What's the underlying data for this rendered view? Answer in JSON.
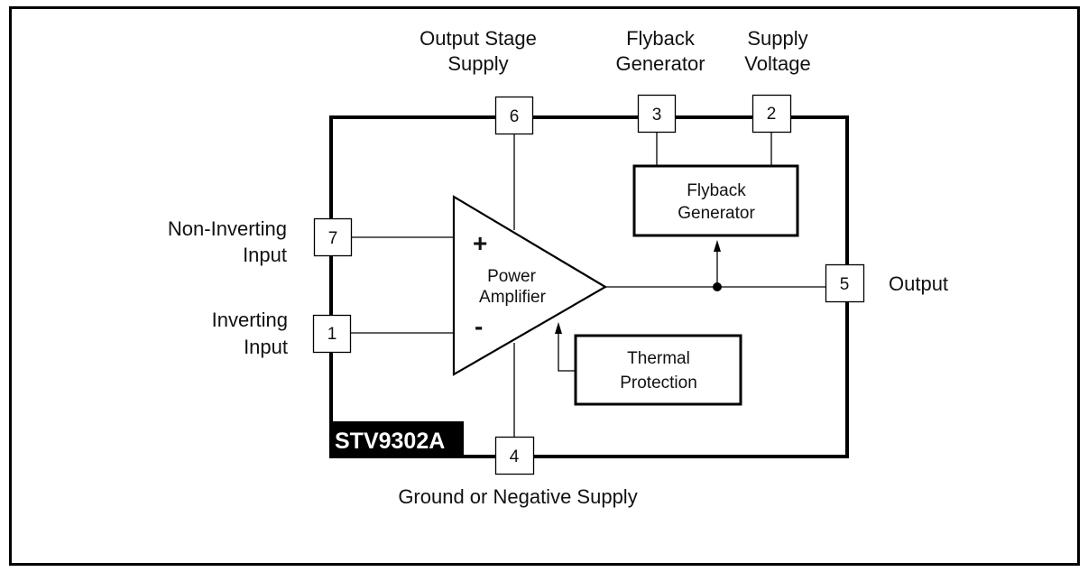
{
  "diagram": {
    "chip_name": "STV9302A",
    "amplifier": {
      "line1": "Power",
      "line2": "Amplifier",
      "plus": "+",
      "minus": "-"
    },
    "blocks": {
      "flyback": {
        "line1": "Flyback",
        "line2": "Generator"
      },
      "thermal": {
        "line1": "Thermal",
        "line2": "Protection"
      }
    },
    "pins": {
      "p6": {
        "number": "6",
        "label1": "Output Stage",
        "label2": "Supply"
      },
      "p3": {
        "number": "3",
        "label1": "Flyback",
        "label2": "Generator"
      },
      "p2": {
        "number": "2",
        "label1": "Supply",
        "label2": "Voltage"
      },
      "p7": {
        "number": "7",
        "label1": "Non-Inverting",
        "label2": "Input"
      },
      "p1": {
        "number": "1",
        "label1": "Inverting",
        "label2": "Input"
      },
      "p5": {
        "number": "5",
        "label1": "Output"
      },
      "p4": {
        "number": "4",
        "label1": "Ground or Negative Supply"
      }
    },
    "colors": {
      "line": "#000000",
      "background": "#ffffff",
      "chip_label_bg": "#000000",
      "chip_label_text": "#ffffff"
    }
  }
}
